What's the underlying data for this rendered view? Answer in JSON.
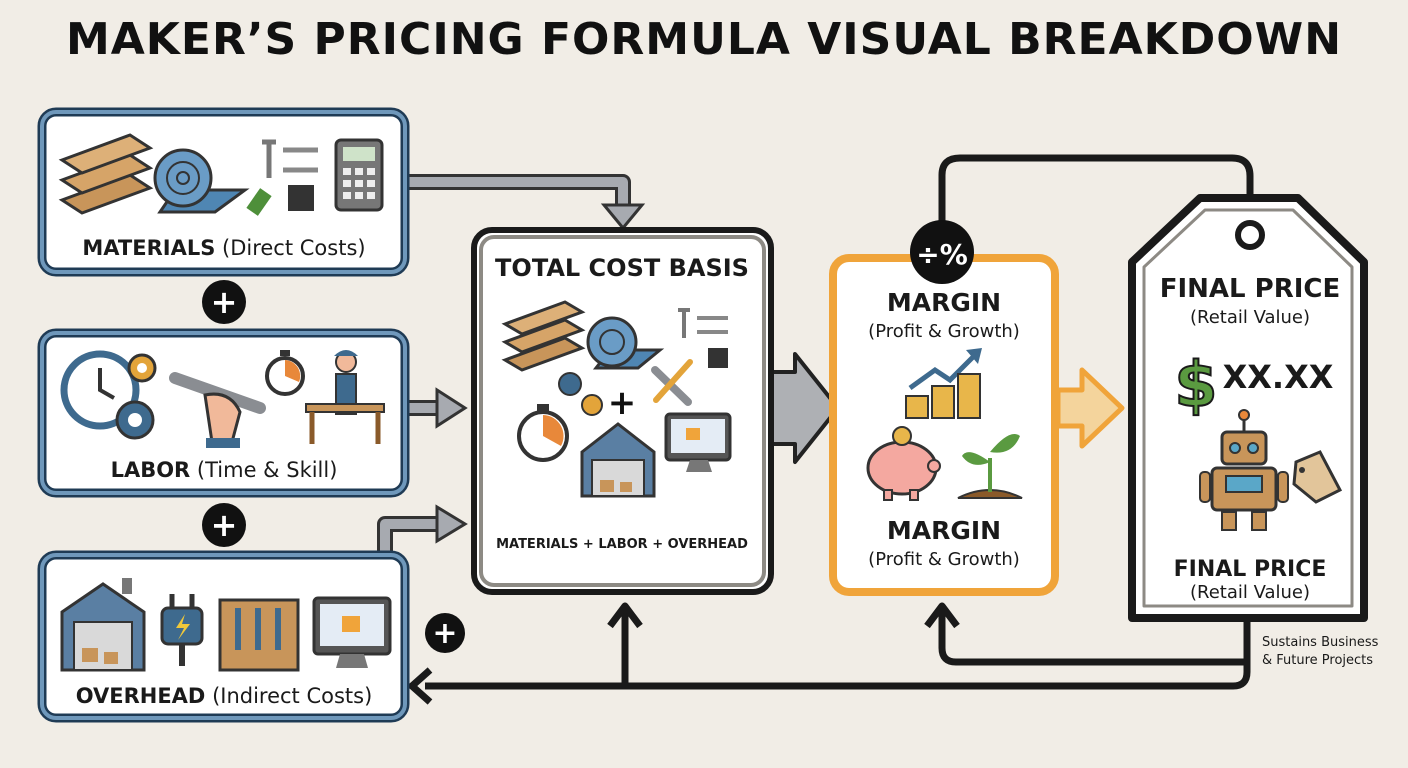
{
  "title": "MAKER’S PRICING FORMULA VISUAL BREAKDOWN",
  "inputs": {
    "materials": {
      "name": "MATERIALS",
      "note": "(Direct Costs)"
    },
    "labor": {
      "name": "LABOR",
      "note": "(Time & Skill)"
    },
    "overhead": {
      "name": "OVERHEAD",
      "note": "(Indirect Costs)"
    },
    "plus": "+"
  },
  "total_cost": {
    "title": "TOTAL COST BASIS",
    "formula": [
      "MATERIALS",
      "+",
      "LABOR",
      "+",
      "OVERHEAD"
    ]
  },
  "margin": {
    "operator": "÷%",
    "title": "MARGIN",
    "subtitle": "(Profit & Growth)",
    "title_bottom": "MARGIN",
    "subtitle_bottom": "(Profit & Growth)"
  },
  "final_price": {
    "title": "FINAL PRICE",
    "subtitle": "(Retail Value)",
    "currency": "$",
    "amount": "XX.XX",
    "title_bottom": "FINAL PRICE",
    "subtitle_bottom": "(Retail Value)"
  },
  "feedback_note": [
    "Sustains Business",
    "& Future Projects"
  ],
  "colors": {
    "input_border": "#3e6a8e",
    "margin_border": "#f0a43a",
    "dark": "#1a1a1a",
    "wood": "#c8955a",
    "blue": "#4f86b3",
    "gold": "#e8b64a",
    "green": "#5a9a40"
  }
}
